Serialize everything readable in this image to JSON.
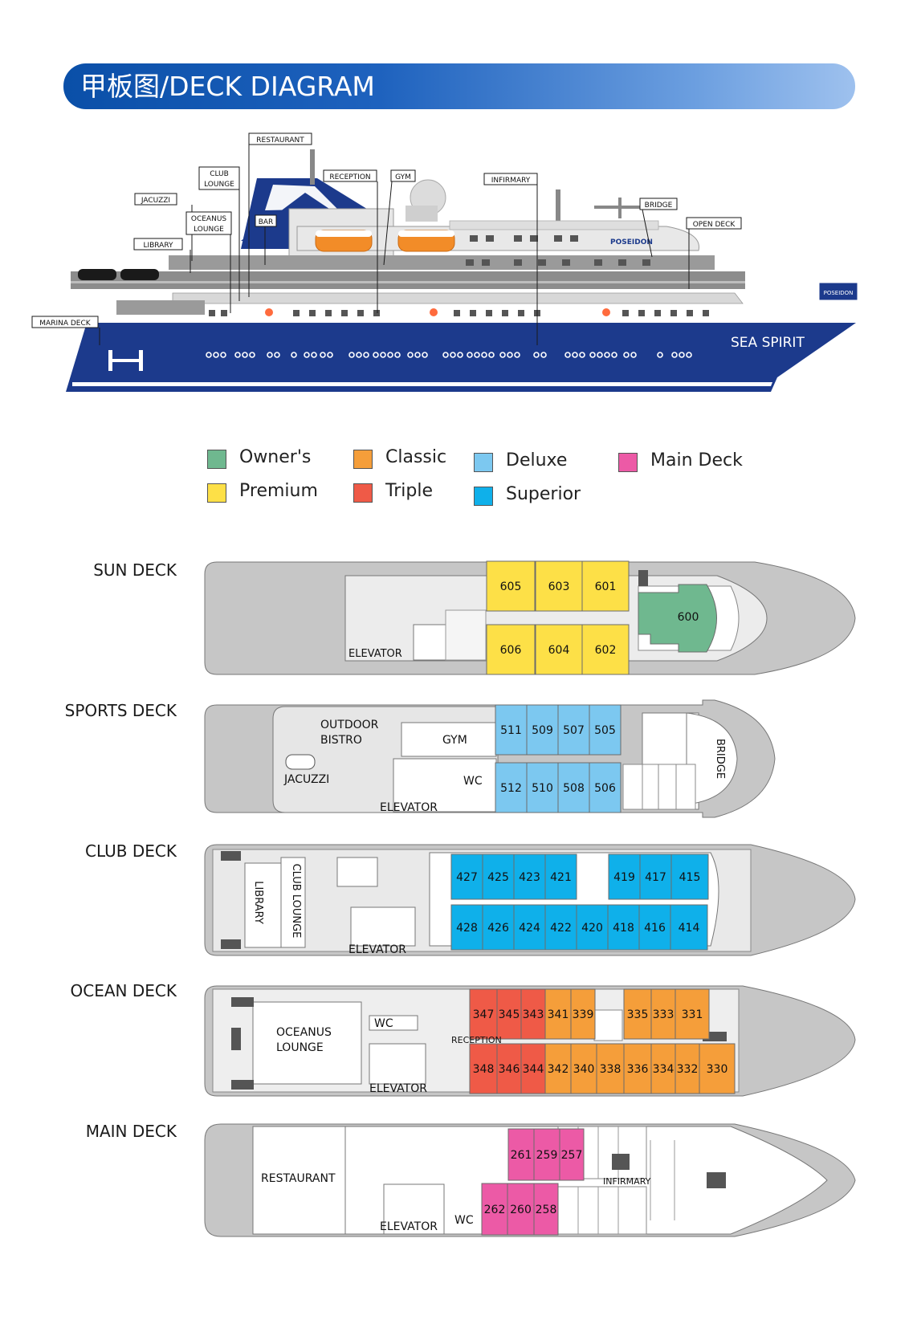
{
  "header": {
    "title": "甲板图/DECK DIAGRAM"
  },
  "ship": {
    "name": "SEA SPIRIT",
    "brand": "POSEIDON",
    "callouts": [
      "MARINA DECK",
      "LIBRARY",
      "JACUZZI",
      "OCEANUS LOUNGE",
      "CLUB LOUNGE",
      "RESTAURANT",
      "BAR",
      "RECEPTION",
      "GYM",
      "INFIRMARY",
      "BRIDGE",
      "OPEN DECK"
    ]
  },
  "legend": [
    {
      "label": "Owner's",
      "color": "#6fb88f"
    },
    {
      "label": "Premium",
      "color": "#fde047"
    },
    {
      "label": "Classic",
      "color": "#f59e3a"
    },
    {
      "label": "Triple",
      "color": "#ef5a47"
    },
    {
      "label": "Deluxe",
      "color": "#7cc8f0"
    },
    {
      "label": "Superior",
      "color": "#0fb0ea"
    },
    {
      "label": "Main Deck",
      "color": "#ec5aa6"
    }
  ],
  "decks": [
    {
      "name": "SUN DECK",
      "labels": [
        "ELEVATOR"
      ],
      "cabins": [
        {
          "num": "605",
          "cat": "Premium"
        },
        {
          "num": "603",
          "cat": "Premium"
        },
        {
          "num": "601",
          "cat": "Premium"
        },
        {
          "num": "606",
          "cat": "Premium"
        },
        {
          "num": "604",
          "cat": "Premium"
        },
        {
          "num": "602",
          "cat": "Premium"
        },
        {
          "num": "600",
          "cat": "Owner's"
        }
      ]
    },
    {
      "name": "SPORTS DECK",
      "labels": [
        "OUTDOOR",
        "BISTRO",
        "GYM",
        "JACUZZI",
        "WC",
        "ELEVATOR",
        "BRIDGE"
      ],
      "cabins": [
        {
          "num": "511",
          "cat": "Deluxe"
        },
        {
          "num": "509",
          "cat": "Deluxe"
        },
        {
          "num": "507",
          "cat": "Deluxe"
        },
        {
          "num": "505",
          "cat": "Deluxe"
        },
        {
          "num": "512",
          "cat": "Deluxe"
        },
        {
          "num": "510",
          "cat": "Deluxe"
        },
        {
          "num": "508",
          "cat": "Deluxe"
        },
        {
          "num": "506",
          "cat": "Deluxe"
        }
      ]
    },
    {
      "name": "CLUB DECK",
      "labels": [
        "LIBRARY",
        "CLUB LOUNGE",
        "ELEVATOR"
      ],
      "cabins": [
        {
          "num": "427",
          "cat": "Superior"
        },
        {
          "num": "425",
          "cat": "Superior"
        },
        {
          "num": "423",
          "cat": "Superior"
        },
        {
          "num": "421",
          "cat": "Superior"
        },
        {
          "num": "419",
          "cat": "Superior"
        },
        {
          "num": "417",
          "cat": "Superior"
        },
        {
          "num": "415",
          "cat": "Superior"
        },
        {
          "num": "428",
          "cat": "Superior"
        },
        {
          "num": "426",
          "cat": "Superior"
        },
        {
          "num": "424",
          "cat": "Superior"
        },
        {
          "num": "422",
          "cat": "Superior"
        },
        {
          "num": "420",
          "cat": "Superior"
        },
        {
          "num": "418",
          "cat": "Superior"
        },
        {
          "num": "416",
          "cat": "Superior"
        },
        {
          "num": "414",
          "cat": "Superior"
        }
      ]
    },
    {
      "name": "OCEAN DECK",
      "labels": [
        "OCEANUS",
        "LOUNGE",
        "WC",
        "RECEPTION",
        "ELEVATOR"
      ],
      "cabins": [
        {
          "num": "347",
          "cat": "Triple"
        },
        {
          "num": "345",
          "cat": "Triple"
        },
        {
          "num": "343",
          "cat": "Triple"
        },
        {
          "num": "341",
          "cat": "Classic"
        },
        {
          "num": "339",
          "cat": "Classic"
        },
        {
          "num": "335",
          "cat": "Classic"
        },
        {
          "num": "333",
          "cat": "Classic"
        },
        {
          "num": "331",
          "cat": "Classic"
        },
        {
          "num": "348",
          "cat": "Triple"
        },
        {
          "num": "346",
          "cat": "Triple"
        },
        {
          "num": "344",
          "cat": "Triple"
        },
        {
          "num": "342",
          "cat": "Classic"
        },
        {
          "num": "340",
          "cat": "Classic"
        },
        {
          "num": "338",
          "cat": "Classic"
        },
        {
          "num": "336",
          "cat": "Classic"
        },
        {
          "num": "334",
          "cat": "Classic"
        },
        {
          "num": "332",
          "cat": "Classic"
        },
        {
          "num": "330",
          "cat": "Classic"
        }
      ]
    },
    {
      "name": "MAIN DECK",
      "labels": [
        "RESTAURANT",
        "INFIRMARY",
        "ELEVATOR",
        "WC"
      ],
      "cabins": [
        {
          "num": "261",
          "cat": "Main Deck"
        },
        {
          "num": "259",
          "cat": "Main Deck"
        },
        {
          "num": "257",
          "cat": "Main Deck"
        },
        {
          "num": "262",
          "cat": "Main Deck"
        },
        {
          "num": "260",
          "cat": "Main Deck"
        },
        {
          "num": "258",
          "cat": "Main Deck"
        }
      ]
    }
  ]
}
